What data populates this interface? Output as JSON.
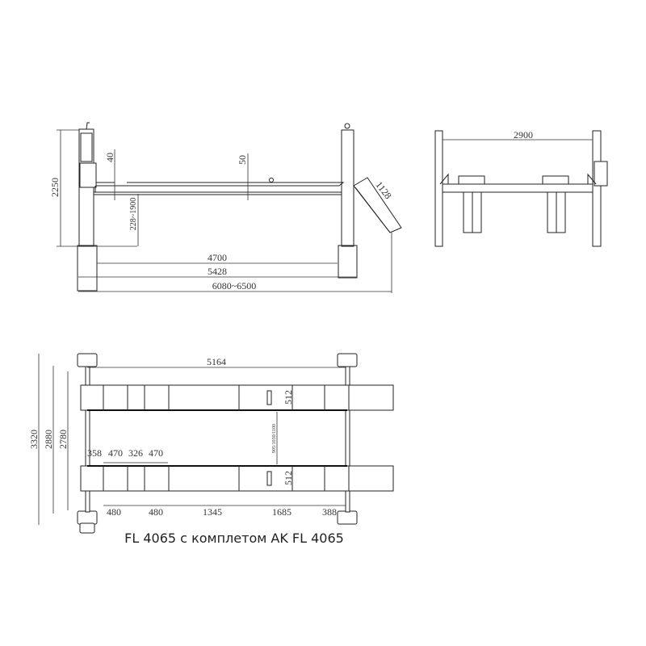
{
  "side_view": {
    "height_total": "2250",
    "runway_thickness": "40",
    "plate_thickness": "50",
    "lift_range": "228~1900",
    "ramp_length": "1128",
    "inner_column_distance": "4700",
    "outer_column_distance": "5428",
    "overall_length": "6080~6500"
  },
  "front_view": {
    "column_spacing": "2900"
  },
  "top_view": {
    "post_spacing_length": "5164",
    "overall_width": "3320",
    "outer_width": "2880",
    "inner_width": "2780",
    "runway_gap": "905/1030/1100",
    "plate_width_top": "512",
    "plate_width_bottom": "512",
    "top_dims": [
      "358",
      "470",
      "326",
      "470"
    ],
    "bottom_dims": [
      "480",
      "480",
      "1345",
      "1685",
      "388"
    ]
  },
  "caption": "FL 4065 с комплетом AK FL 4065"
}
